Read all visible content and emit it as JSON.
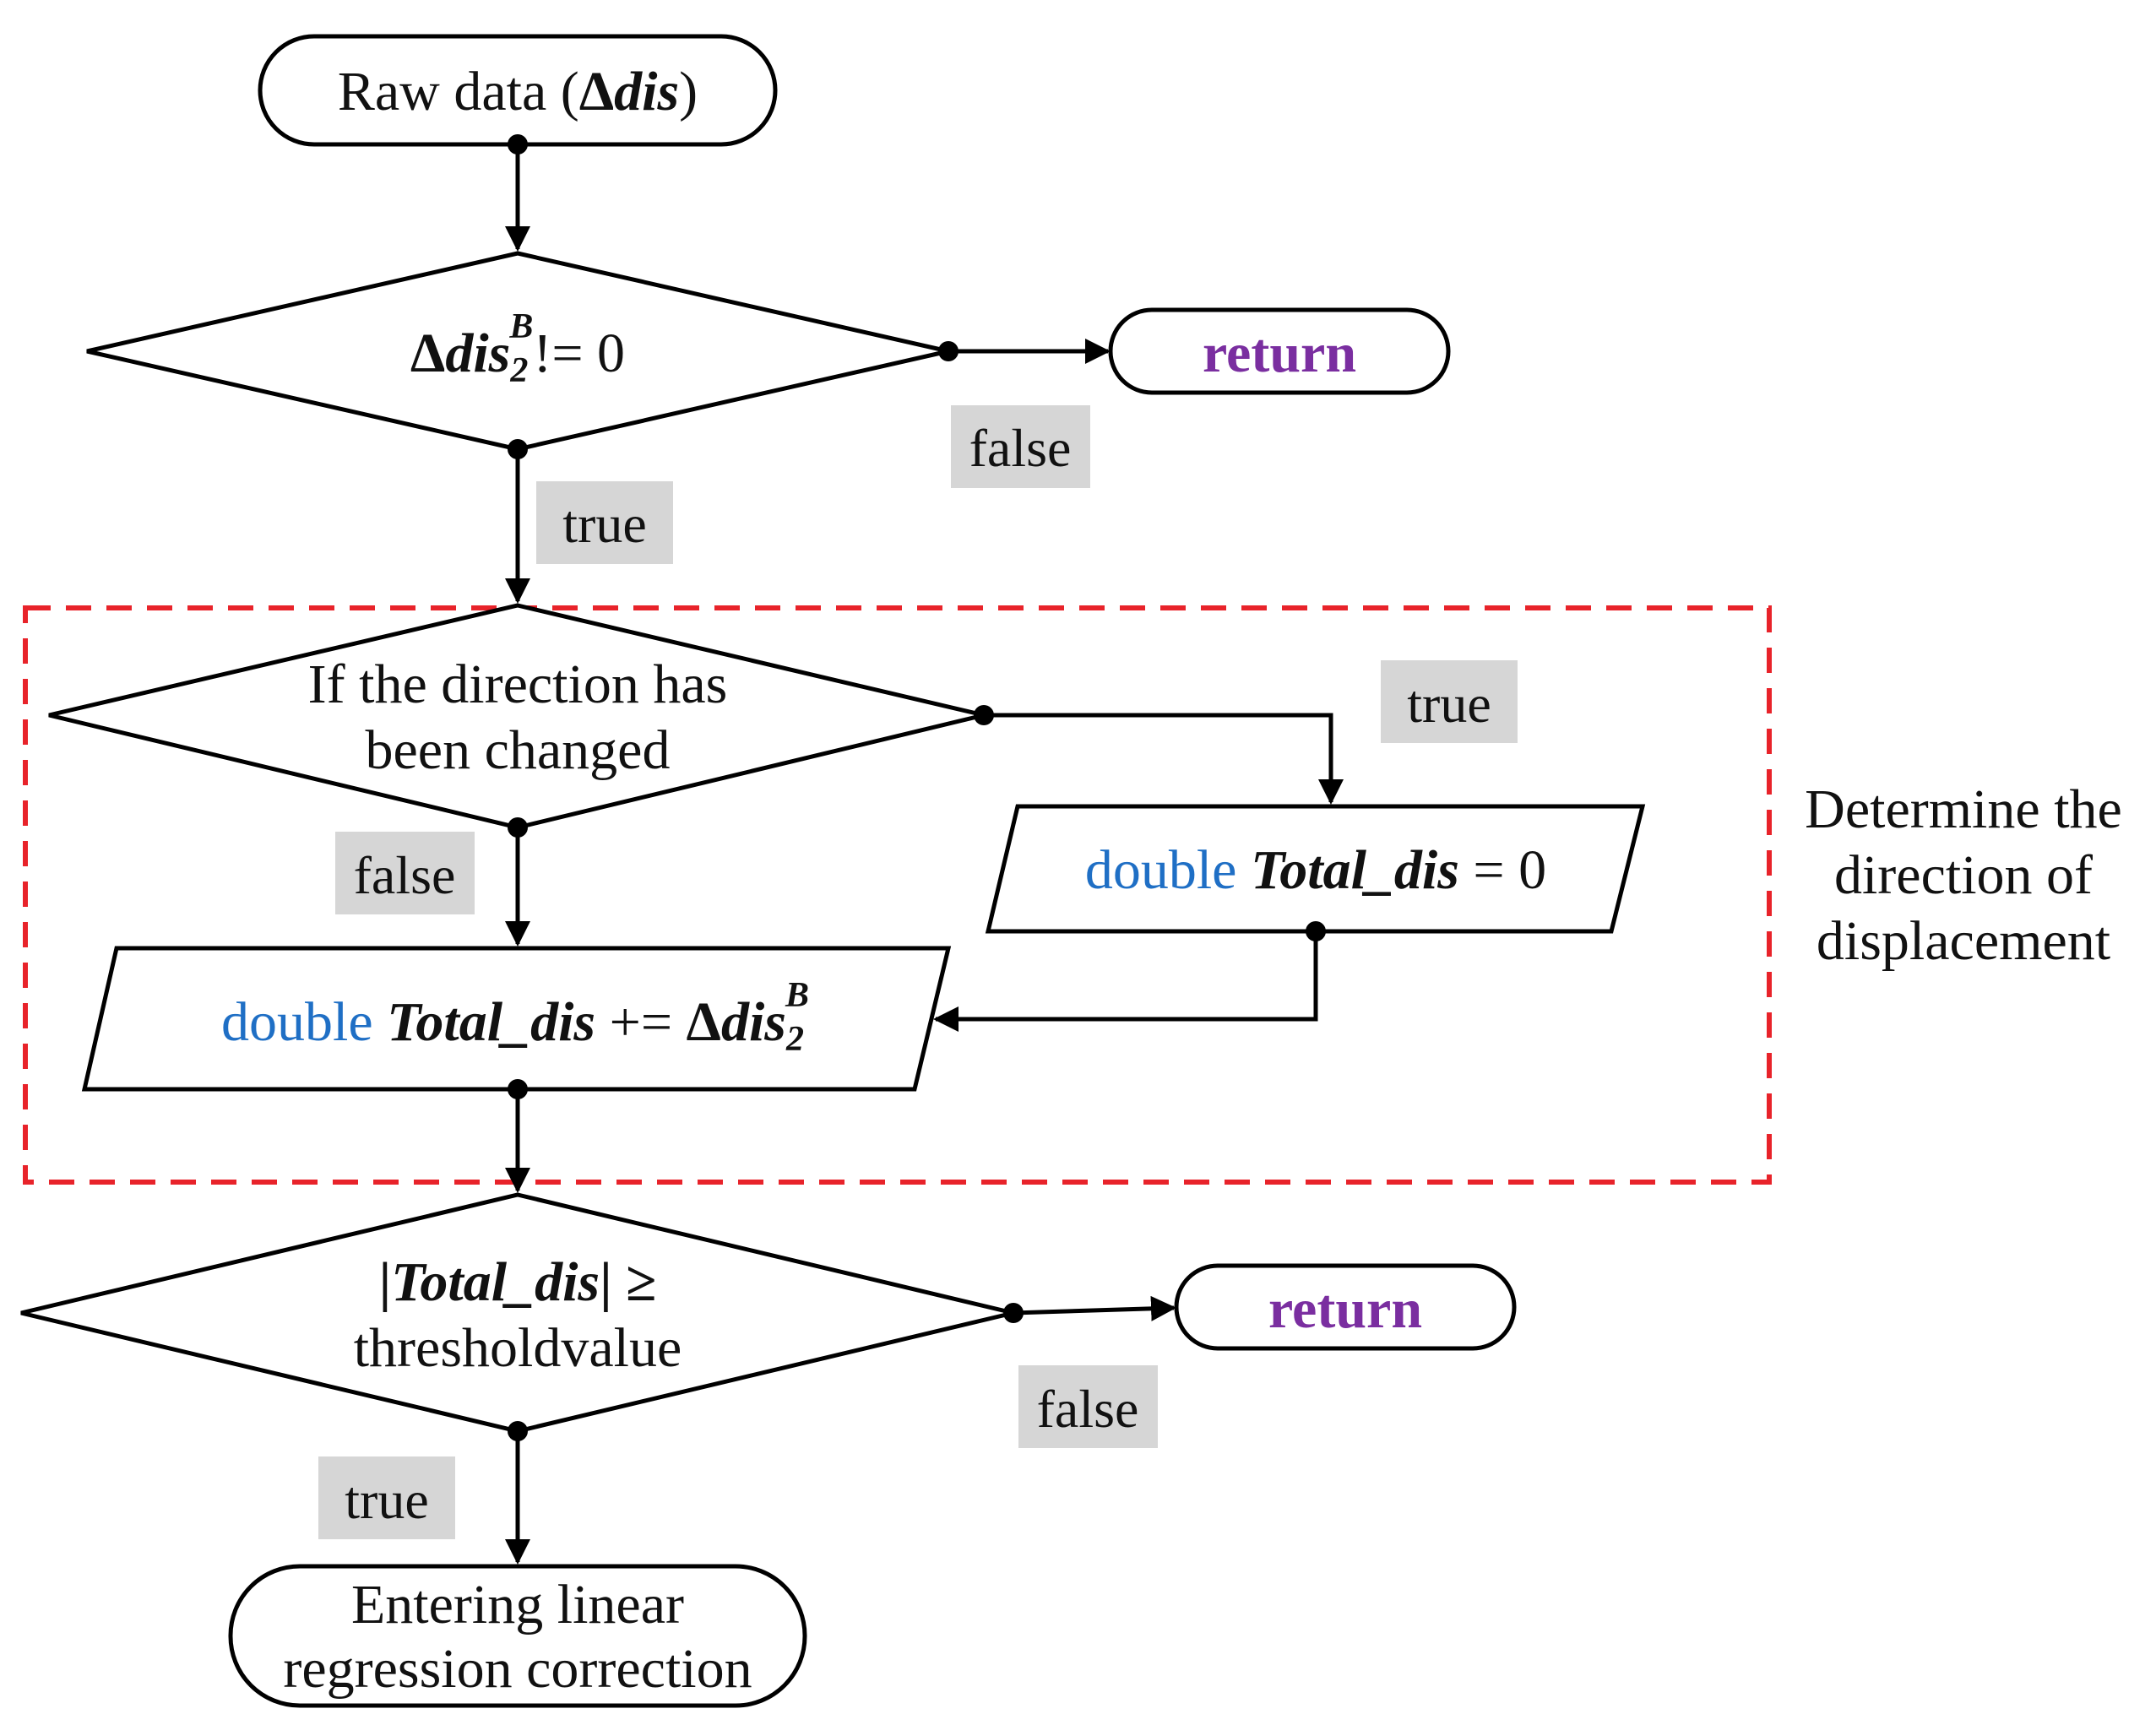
{
  "nodes": {
    "start": {
      "text_pre": "Raw data (",
      "delta": "Δ",
      "var": "dis",
      "text_post": ")"
    },
    "cond1": {
      "delta": "Δ",
      "var": "dis",
      "sub": "2",
      "sup": "B",
      "op": "!=  0"
    },
    "return1": {
      "label": "return"
    },
    "cond2": {
      "line1": "If the direction has",
      "line2": "been changed"
    },
    "reset": {
      "keyword": "double",
      "var": "Total_dis",
      "op": " = 0"
    },
    "accum": {
      "keyword": "double",
      "var": "Total_dis",
      "op": " += ",
      "delta": "Δ",
      "var2": "dis",
      "sub": "2",
      "sup": "B"
    },
    "cond3": {
      "line1_pre": "|",
      "line1_var": "Total_dis",
      "line1_post": "| ≥",
      "line2": "thresholdvalue"
    },
    "return2": {
      "label": "return"
    },
    "end": {
      "line1": "Entering linear",
      "line2": "regression correction"
    }
  },
  "labels": {
    "false1": "false",
    "true1": "true",
    "true2": "true",
    "false2": "false",
    "false3": "false",
    "true3": "true"
  },
  "group": {
    "line1": "Determine the",
    "line2": "direction of",
    "line3": "displacement"
  },
  "colors": {
    "keyword": "#1f6fc5",
    "return": "#7a2ea0",
    "dashed_box": "#e8232a",
    "label_bg": "#d6d6d6"
  }
}
